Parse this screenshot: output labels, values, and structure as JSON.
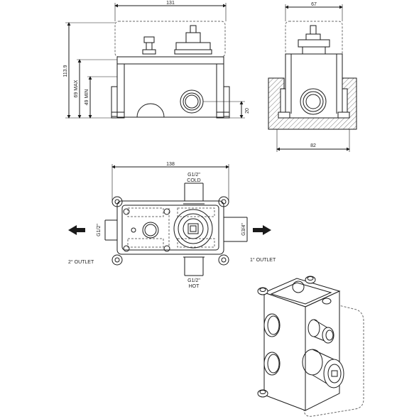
{
  "colors": {
    "line": "#1a1a1a",
    "dash": "#6a6a6a",
    "hatch": "#555555",
    "background": "#ffffff"
  },
  "front_view": {
    "width_dim": "131",
    "height_total": "113.9",
    "height_max": "69 MAX",
    "height_min": "49 MIN",
    "inlet_height": "20"
  },
  "side_view": {
    "top_width": "67",
    "bottom_width": "82"
  },
  "plan_view": {
    "width_dim": "138",
    "cold_thread": "G1/2\"",
    "cold_label": "COLD",
    "hot_thread": "G1/2\"",
    "hot_label": "HOT",
    "left_thread": "G1/2\"",
    "right_thread": "G3/4\"",
    "outlet_2": "2° OUTLET",
    "outlet_1": "1° OUTLET"
  }
}
